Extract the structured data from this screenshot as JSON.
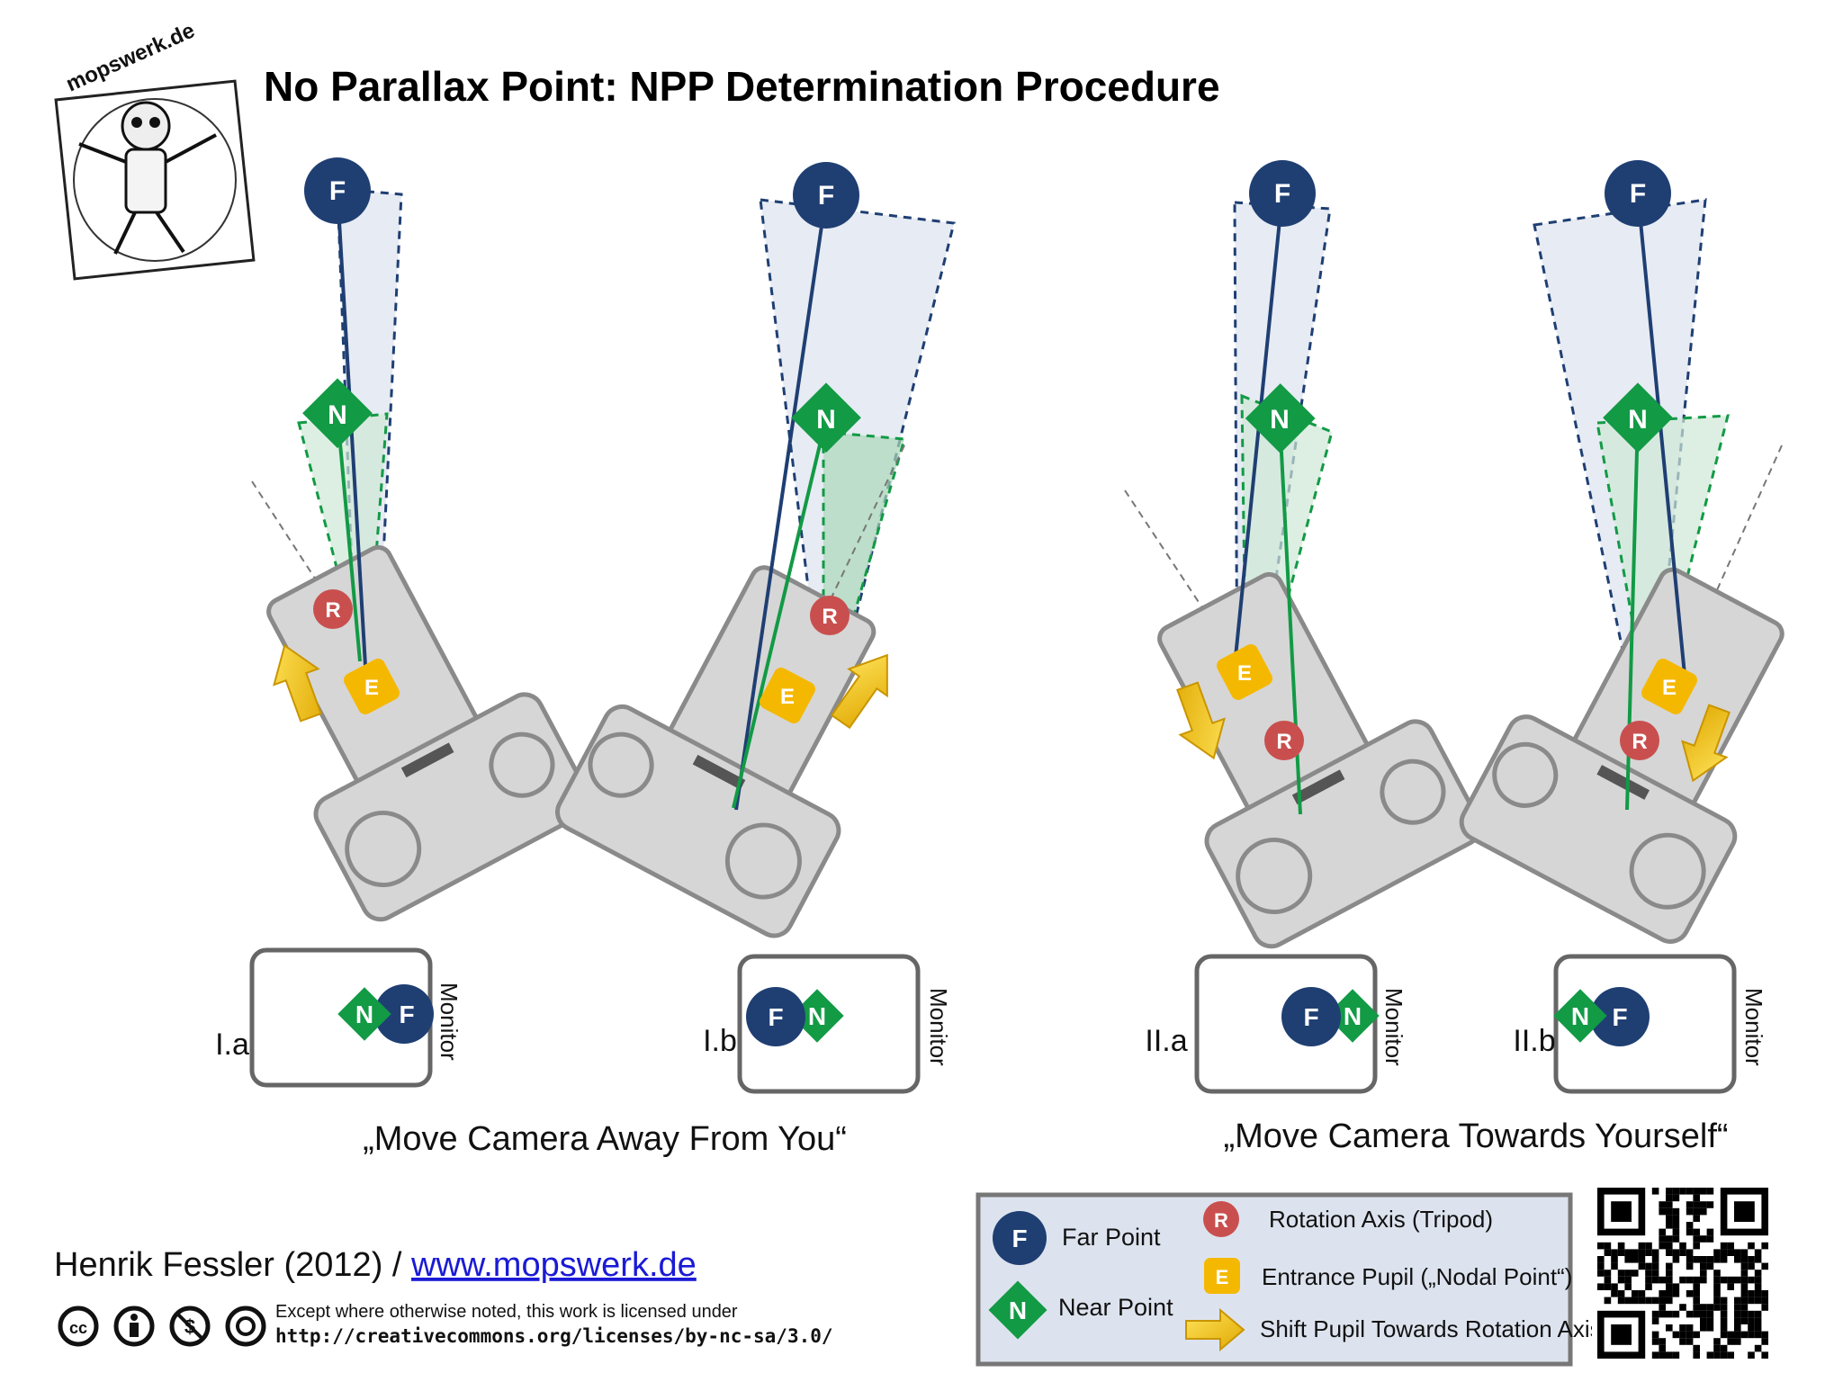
{
  "title": "No Parallax Point: NPP Determination Procedure",
  "logo": {
    "text": "mopswerk.de"
  },
  "markers": {
    "far": "F",
    "near": "N",
    "rotation": "R",
    "entrance": "E"
  },
  "panels": [
    {
      "id": "I.a",
      "label": "I.a",
      "monitor_label": "Monitor",
      "monitor_order": [
        "N",
        "F"
      ]
    },
    {
      "id": "I.b",
      "label": "I.b",
      "monitor_label": "Monitor",
      "monitor_order": [
        "F",
        "N"
      ]
    },
    {
      "id": "II.a",
      "label": "II.a",
      "monitor_label": "Monitor",
      "monitor_order": [
        "F",
        "N"
      ]
    },
    {
      "id": "II.b",
      "label": "II.b",
      "monitor_label": "Monitor",
      "monitor_order": [
        "N",
        "F"
      ]
    }
  ],
  "captions": {
    "away": "„Move Camera Away From You“",
    "towards": "„Move Camera Towards Yourself“"
  },
  "credit": {
    "author": "Henrik Fessler (2012) / ",
    "website": "www.mopswerk.de",
    "license_line1": "Except where otherwise noted, this work is licensed under",
    "license_line2": "http://creativecommons.org/licenses/by-nc-sa/3.0/",
    "license_icons": [
      "cc-icon",
      "by-attribution-icon",
      "non-commercial-icon",
      "share-alike-icon"
    ]
  },
  "legend": {
    "far_point": "Far Point",
    "near_point": "Near Point",
    "rotation_axis": "Rotation Axis (Tripod)",
    "entrance_pupil": "Entrance Pupil („Nodal Point“)",
    "shift": "Shift Pupil Towards  Rotation Axis"
  },
  "colors": {
    "far": "#1f3f73",
    "near": "#129a45",
    "rotation": "#c94f4f",
    "entrance": "#f5b800",
    "camera": "#d6d6d6",
    "arrow": "#f2c200"
  }
}
